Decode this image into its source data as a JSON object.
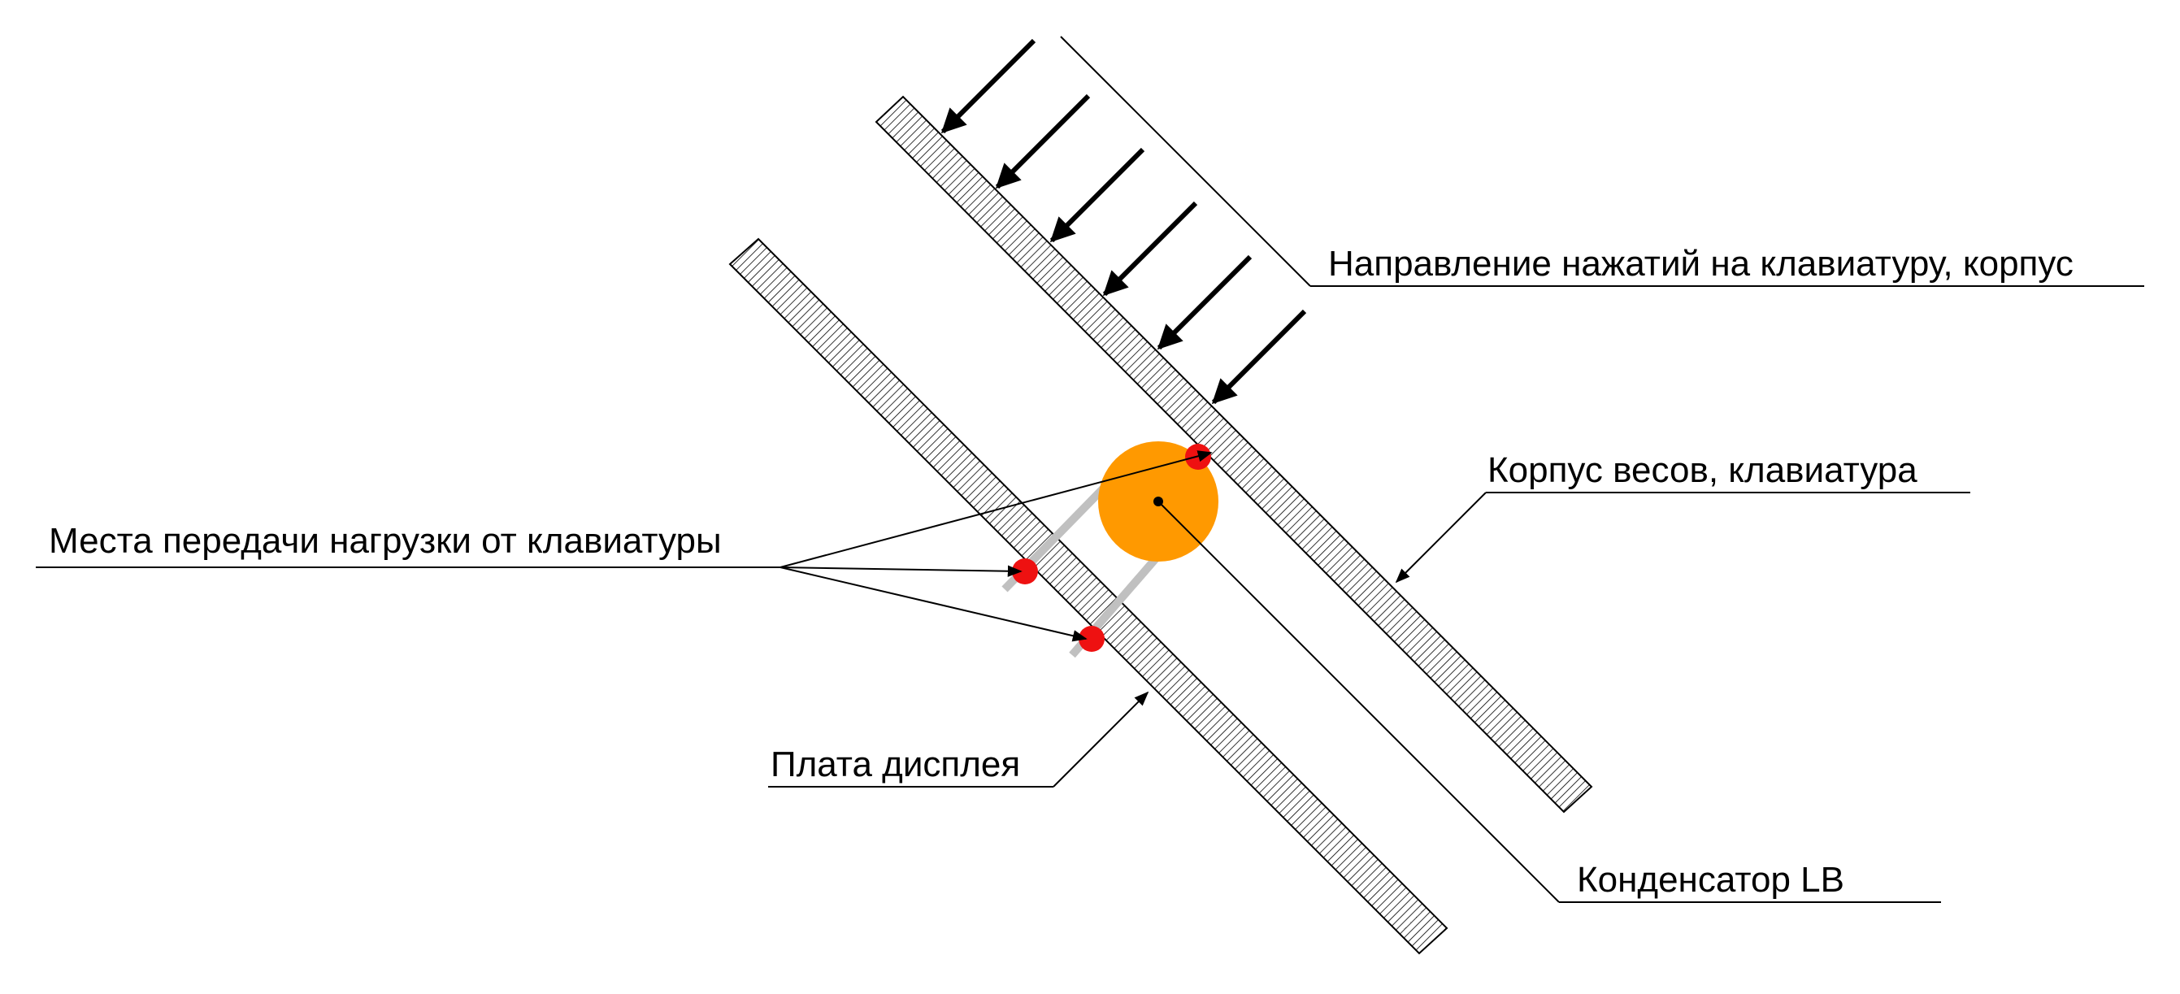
{
  "labels": {
    "press_direction": "Направление нажатий на клавиатуру, корпус",
    "scale_body": "Корпус весов, клавиатура",
    "load_points": "Места передачи нагрузки от клавиатуры",
    "display_board": "Плата дисплея",
    "capacitor": "Конденсатор LB"
  },
  "colors": {
    "capacitor": "#ff9900",
    "contact_point": "#ee1111",
    "capacitor_legs": "#c0c0c0",
    "line": "#000000",
    "background": "#ffffff"
  },
  "counts": {
    "press_arrows": 6,
    "contact_points": 3
  }
}
